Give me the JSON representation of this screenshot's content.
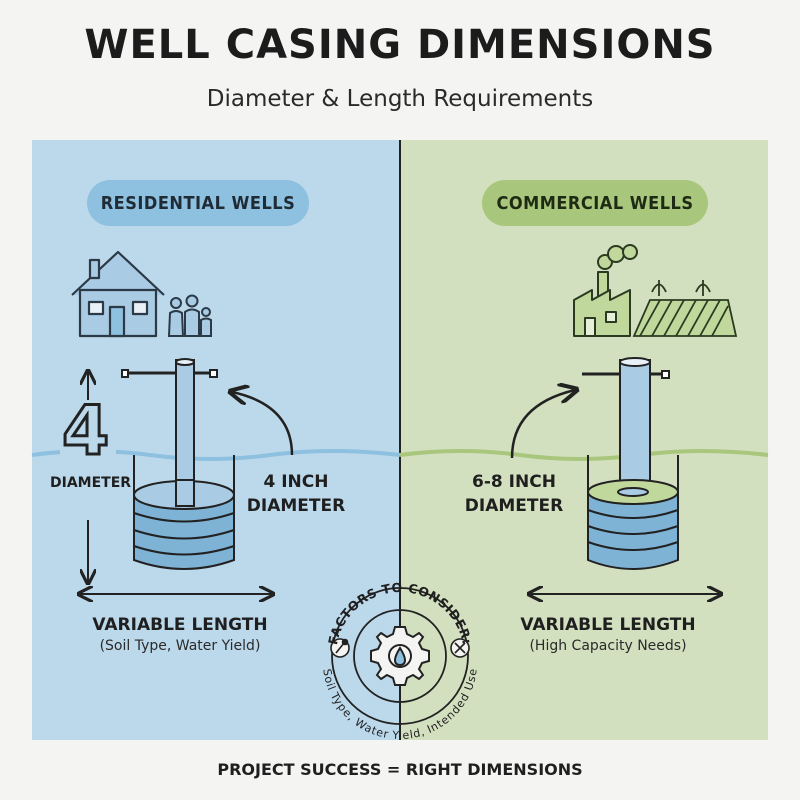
{
  "header": {
    "title": "WELL CASING DIMENSIONS",
    "subtitle": "Diameter & Length Requirements"
  },
  "residential": {
    "pill_label": "RESIDENTIAL WELLS",
    "big_number": "4",
    "diameter_word": "DIAMETER",
    "callout_line1": "4 INCH",
    "callout_line2": "DIAMETER",
    "length_label": "VARIABLE LENGTH",
    "length_note": "(Soil Type, Water Yield)",
    "accent": "#8ec0e0"
  },
  "commercial": {
    "pill_label": "COMMERCIAL WELLS",
    "callout_line1": "6-8 INCH",
    "callout_line2": "DIAMETER",
    "length_label": "VARIABLE LENGTH",
    "length_note": "(High Capacity Needs)",
    "accent": "#a8c77c"
  },
  "factors": {
    "top_arc": "FACTORS TO CONSIDER:",
    "bottom_arc": "Soil Type, Water Yield, Intended Use",
    "icons": [
      "wrench-icon",
      "gear-droplet-icon",
      "tools-icon"
    ]
  },
  "footer": {
    "text": "PROJECT SUCCESS = RIGHT DIMENSIONS"
  }
}
